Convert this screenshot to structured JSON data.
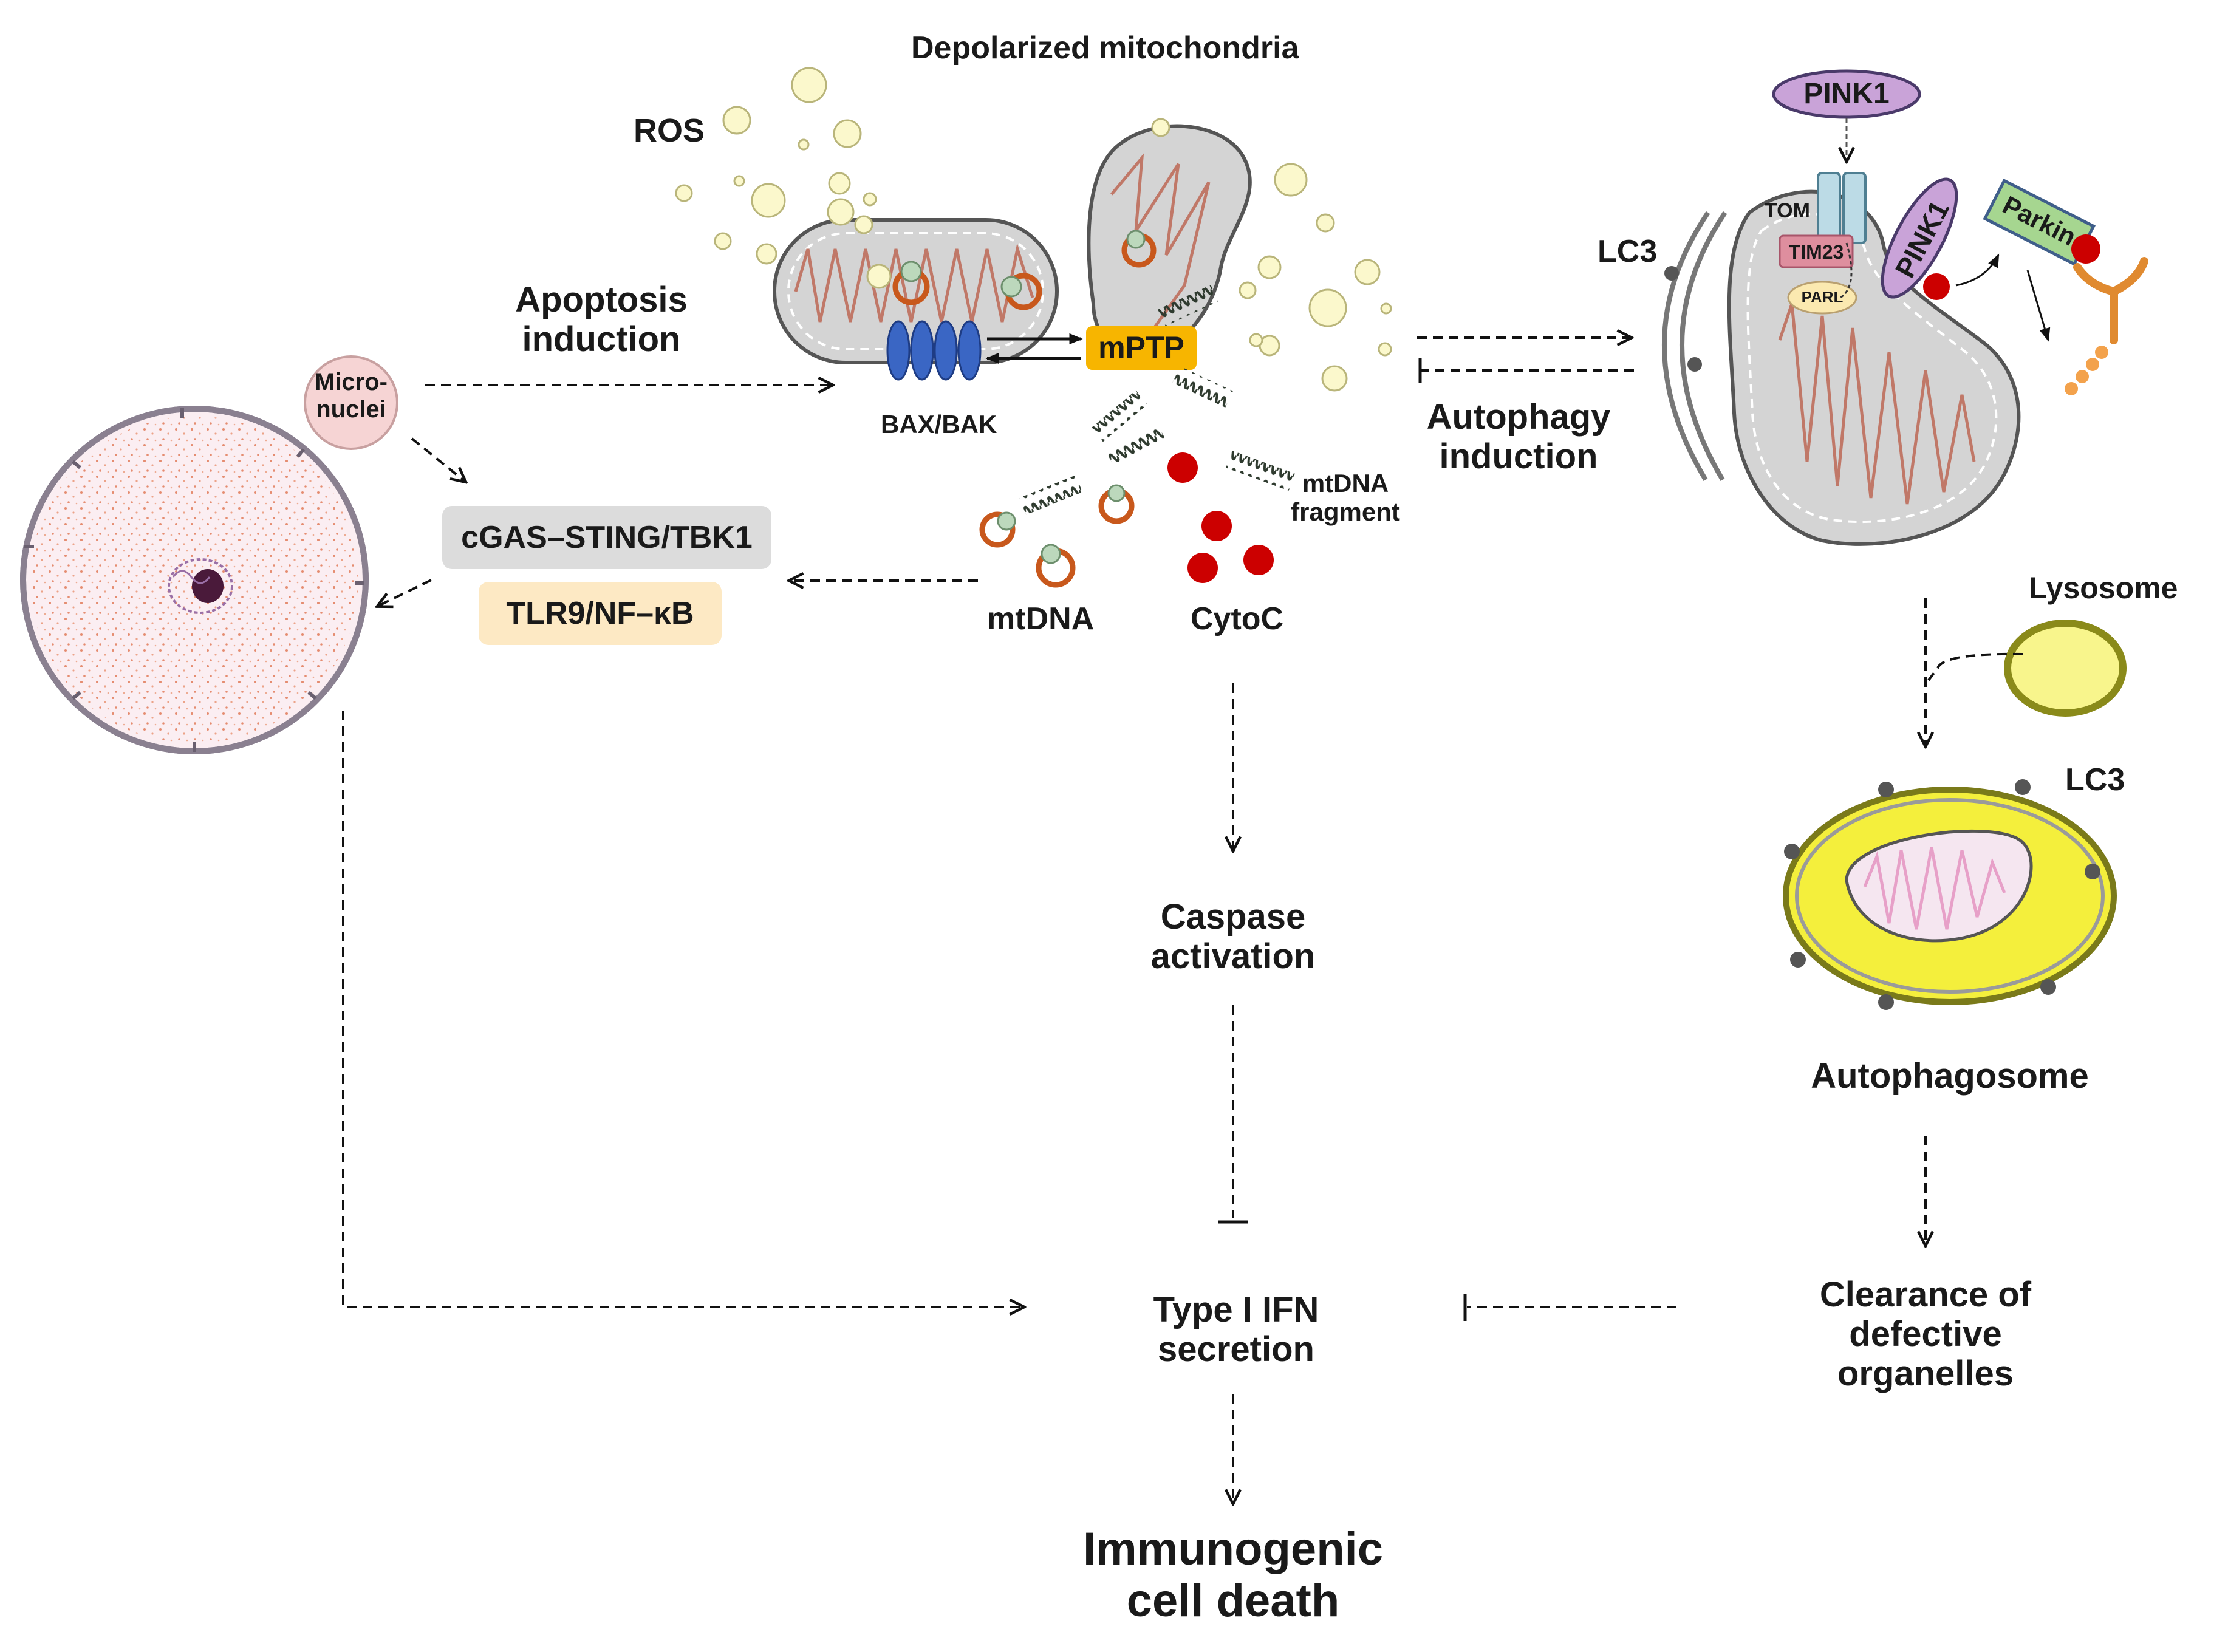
{
  "labels": {
    "depolarized_mitochondria": "Depolarized mitochondria",
    "ros": "ROS",
    "apoptosis_induction": "Apoptosis\ninduction",
    "micronuclei": "Micro-\nnuclei",
    "bax_bak": "BAX/BAK",
    "mptp": "mPTP",
    "mtdna_fragment": "mtDNA\nfragment",
    "mtdna": "mtDNA",
    "cytoc": "CytoC",
    "cgas_sting": "cGAS–STING/TBK1",
    "tlr9_nfkb": "TLR9/NF–κB",
    "autophagy_induction": "Autophagy\ninduction",
    "lc3_top": "LC3",
    "pink1_top": "PINK1",
    "tom": "TOM",
    "tim23": "TIM23",
    "parl": "PARL",
    "pink1_mid": "PINK1",
    "parkin": "Parkin",
    "lysosome": "Lysosome",
    "lc3_bottom": "LC3",
    "autophagosome": "Autophagosome",
    "clearance": "Clearance of\ndefective\norganelles",
    "caspase_activation": "Caspase\nactivation",
    "type_i_ifn": "Type I IFN\nsecretion",
    "immunogenic_cell_death": "Immunogenic\ncell death"
  },
  "colors": {
    "mito_fill": "#d4d4d4",
    "mito_inner": "#c07868",
    "ros_bubble": "#fbf8cc",
    "bax_blue": "#3a66c4",
    "mptp_orange": "#f7b500",
    "cytoc_red": "#cc0000",
    "mtdna_ring": "#c8581c",
    "micronuclei_pink": "#f6d4d4",
    "cgas_grey": "#dcdcdc",
    "tlr9_cream": "#fde9c4",
    "pink1_purple": "#c9a3d8",
    "parkin_green": "#a6d690",
    "tom_blue": "#bcdbe6",
    "tim23_pink": "#de8e9e",
    "lysosome_yellow": "#f8f58c",
    "autophagosome_yellow": "#f4ef3c",
    "cell_dots": "#e0744f"
  }
}
